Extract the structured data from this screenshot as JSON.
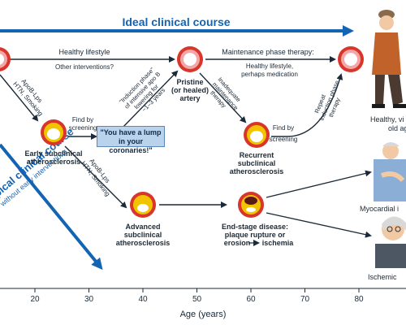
{
  "colors": {
    "ideal_arrow": "#1464b4",
    "typical_arrow": "#1464b4",
    "artery_outer": "#d8352b",
    "artery_pink": "#f3a6a6",
    "plaque": "#f2c400",
    "callout_fill": "#b9d3ec"
  },
  "banner": {
    "ideal_title": "Ideal clinical course",
    "typical_title": "Typical clinical course",
    "typical_subtitle": "without early interventions"
  },
  "nodes": {
    "pristine": [
      "Pristine",
      "(or healed)",
      "artery"
    ],
    "early": [
      "Early subclinical",
      "atherosclerosis"
    ],
    "recurrent": [
      "Recurrent",
      "subclinical",
      "atherosclerosis"
    ],
    "advanced": [
      "Advanced",
      "subclinical",
      "atherosclerosis"
    ],
    "endstage_line1": "End-stage disease:",
    "endstage_line2": "plaque rupture or",
    "endstage_line3_a": "erosion",
    "endstage_line3_b": "ischemia"
  },
  "arrow_labels": {
    "healthy_lifestyle": "Healthy lifestyle",
    "other_interventions": "Other interventions?",
    "maintenance_title": "Maintenance phase therapy:",
    "maintenance_sub1": "Healthy lifestyle,",
    "maintenance_sub2": "perhaps medication",
    "risk_top_1": "ApoB-Lps",
    "risk_top_2": "HTN, Smoking",
    "risk_mid_1": "ApoB-Lps",
    "risk_mid_2": "HTN, Smoking",
    "find_screening_1": "Find by",
    "find_screening_2": "screening",
    "find_screening_3": "Find by",
    "find_screening_4": "screening",
    "induction_1": "\"Induction phase\"",
    "induction_2": "of intensive apo B",
    "induction_3": "lowering for",
    "induction_4": "~1–3 years",
    "inadequate_1": "Inadequate",
    "inadequate_2": "maintenance",
    "inadequate_3": "therapy",
    "repeat_1": "Repeat",
    "repeat_2": "induction phase",
    "repeat_3": "therapy"
  },
  "callout": {
    "line1": "\"You have a lump",
    "line2": "in your coronaries!\""
  },
  "outcomes": {
    "healthy": [
      "Healthy, vi",
      "old ag"
    ],
    "mi": "Myocardial i",
    "ischemic": "Ischemic"
  },
  "axis": {
    "label": "Age (years)",
    "ticks": [
      "20",
      "30",
      "40",
      "50",
      "60",
      "70",
      "80"
    ]
  }
}
